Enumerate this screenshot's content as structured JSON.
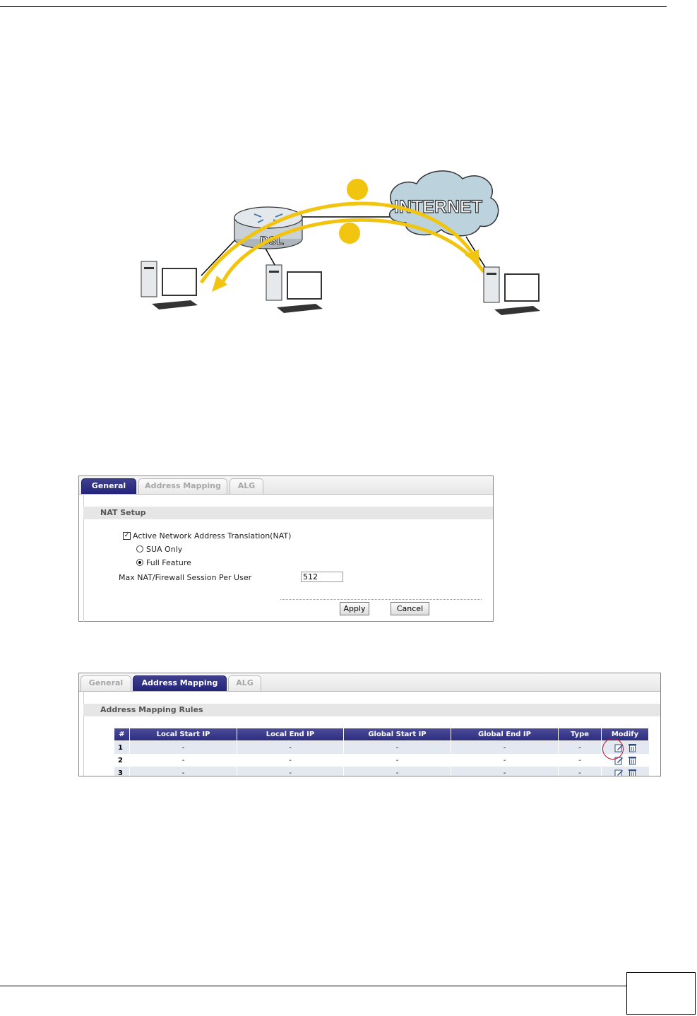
{
  "diagram": {
    "cloud_label": "INTERNET",
    "router_label": "DSL",
    "icons": [
      "router-icon",
      "cloud-icon",
      "computer-icon",
      "computer-icon",
      "computer-icon"
    ],
    "colors": {
      "arrow": "#f1c40f",
      "cloud": "#bcd3dd",
      "router": "#d9dee2"
    }
  },
  "general_panel": {
    "tabs": [
      {
        "label": "General",
        "active": true
      },
      {
        "label": "Address Mapping",
        "active": false
      },
      {
        "label": "ALG",
        "active": false
      }
    ],
    "section_title": "NAT Setup",
    "nat_checkbox": {
      "label": "Active Network Address Translation(NAT)",
      "checked": true
    },
    "radio_sua": {
      "label": "SUA Only",
      "selected": false
    },
    "radio_full": {
      "label": "Full Feature",
      "selected": true
    },
    "max_session_label": "Max NAT/Firewall Session Per User",
    "max_session_value": "512",
    "apply_label": "Apply",
    "cancel_label": "Cancel"
  },
  "mapping_panel": {
    "tabs": [
      {
        "label": "General",
        "active": false
      },
      {
        "label": "Address Mapping",
        "active": true
      },
      {
        "label": "ALG",
        "active": false
      }
    ],
    "section_title": "Address Mapping Rules",
    "columns": [
      "#",
      "Local Start IP",
      "Local End IP",
      "Global Start IP",
      "Global End IP",
      "Type",
      "Modify"
    ],
    "rows": [
      {
        "num": "1",
        "local_start": "-",
        "local_end": "-",
        "global_start": "-",
        "global_end": "-",
        "type": "-"
      },
      {
        "num": "2",
        "local_start": "-",
        "local_end": "-",
        "global_start": "-",
        "global_end": "-",
        "type": "-"
      },
      {
        "num": "3",
        "local_start": "-",
        "local_end": "-",
        "global_start": "-",
        "global_end": "-",
        "type": "-"
      }
    ],
    "accent_color": "#2d2d80",
    "highlight_color": "#d0102a"
  }
}
